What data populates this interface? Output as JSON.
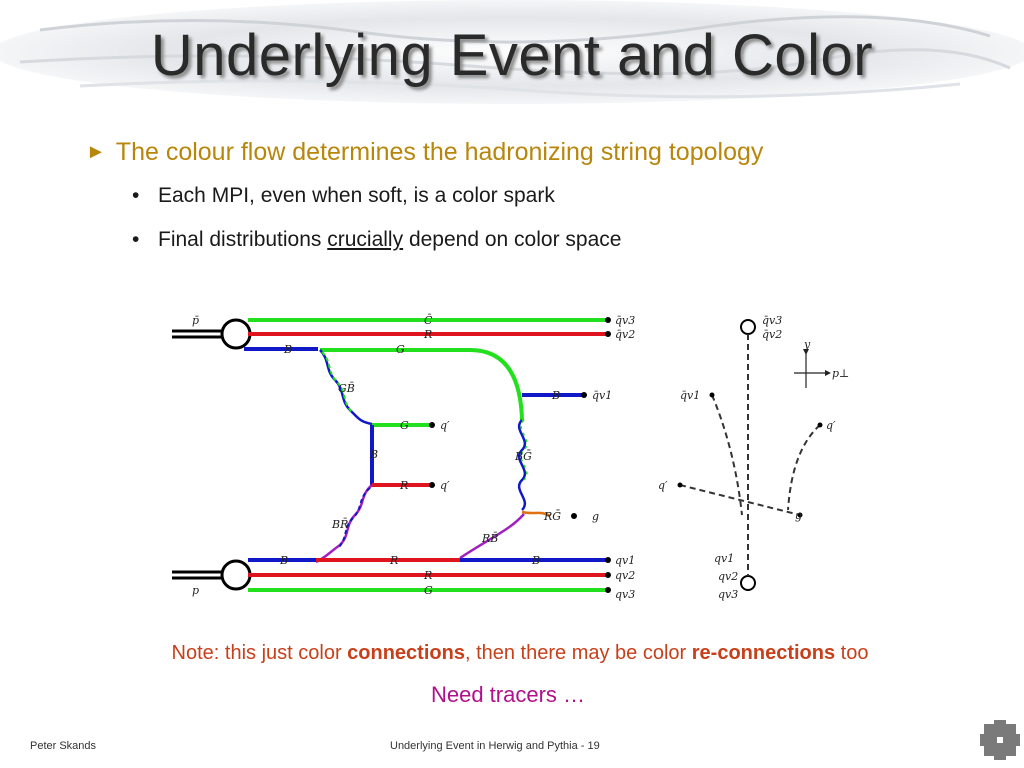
{
  "slide": {
    "title": "Underlying Event and Color",
    "bullet_main": "The colour flow determines the hadronizing string topology",
    "sub_bullets": [
      {
        "text": "Each MPI, even when soft, is a color spark"
      },
      {
        "pre": "Final distributions ",
        "emph": "crucially",
        "post": " depend on color space"
      }
    ],
    "note": {
      "pre": "Note: this just color ",
      "bold1": "connections",
      "mid": ", then there may be color ",
      "bold2": "re-connections",
      "post": " too"
    },
    "tracers": "Need tracers …",
    "footer_left": "Peter Skands",
    "footer_center": "Underlying Event in Herwig and Pythia - 19"
  },
  "diagram": {
    "incoming_top": "p̄",
    "incoming_bottom": "p",
    "labels": {
      "C": "C̄",
      "R": "R",
      "B": "B",
      "G": "G",
      "GB": "GB̄",
      "BR": "BR̄",
      "BG": "BḠ",
      "RB": "RB̄",
      "RG": "RḠ",
      "qprime": "q′",
      "g": "g",
      "qv1": "q̄v1",
      "qv2": "q̄v2",
      "qv3": "q̄v3",
      "q1": "qv1",
      "q2": "qv2",
      "q3": "qv3"
    },
    "axes": {
      "y": "y",
      "x": "p⊥"
    },
    "colors": {
      "red": "#e0141e",
      "green": "#22e01e",
      "blue": "#1018c8",
      "purple": "#a020c0",
      "orange": "#e07010",
      "dashed": "#333333"
    }
  }
}
